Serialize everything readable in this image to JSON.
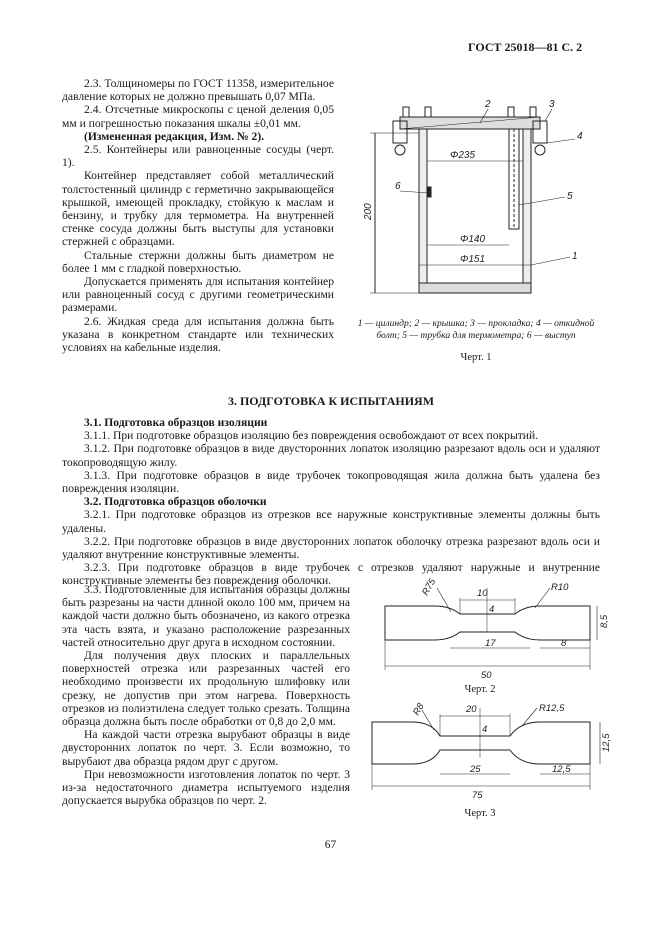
{
  "header": {
    "title": "ГОСТ 25018—81 С. 2"
  },
  "left_col": {
    "p1": "2.3. Толщиномеры по ГОСТ 11358, измерительное давление которых не должно превышать 0,07 МПа.",
    "p2": "2.4. Отсчетные микроскопы с ценой деления 0,05 мм и погрешностью показания шкалы ±0,01 мм.",
    "p3": "(Измененная редакция, Изм. № 2).",
    "p4": "2.5. Контейнеры или равноценные сосуды (черт. 1).",
    "p5": "Контейнер представляет собой металлический толстостенный цилиндр с герметично закрывающейся крышкой, имеющей прокладку, стойкую к маслам и бензину, и трубку для термометра. На внутренней стенке сосуда должны быть выступы для установки стержней с образцами.",
    "p6": "Стальные стержни должны быть диаметром не более 1 мм с гладкой поверхностью.",
    "p7": "Допускается применять для испытания контейнер или равноценный сосуд с другими геометрическими размерами.",
    "p8": "2.6. Жидкая среда для испытания должна быть указана в конкретном стандарте или технических условиях на кабельные изделия."
  },
  "fig1": {
    "labels": {
      "n1": "1",
      "n2": "2",
      "n3": "3",
      "n4": "4",
      "n5": "5",
      "n6": "6"
    },
    "dims": {
      "d235": "Φ235",
      "d140": "Φ140",
      "d151": "Φ151",
      "h200": "200"
    },
    "legend": "1 — цилиндр; 2 — крышка; 3 — прокладка; 4 — откидной болт; 5 — трубка для термометра; 6 — выступ",
    "caption": "Черт. 1"
  },
  "section": {
    "title": "3. ПОДГОТОВКА К ИСПЫТАНИЯМ",
    "s31_title": "3.1. Подготовка образцов изоляции",
    "s311": "3.1.1. При подготовке образцов изоляцию без повреждения освобождают от всех покрытий.",
    "s312": "3.1.2. При подготовке образцов в виде двусторонних лопаток изоляцию разрезают вдоль оси и удаляют токопроводящую жилу.",
    "s313": "3.1.3. При подготовке образцов в виде трубочек токопроводящая жила должна быть удалена без повреждения изоляции.",
    "s32_title": "3.2. Подготовка образцов оболочки",
    "s321": "3.2.1. При подготовке образцов из отрезков все наружные конструктивные элементы должны быть удалены.",
    "s322": "3.2.2. При подготовке образцов в виде двусторонних лопаток оболочку отрезка разрезают вдоль оси и удаляют внутренние конструктивные элементы.",
    "s323": "3.2.3. При подготовке образцов в виде трубочек с отрезков удаляют наружные и внутренние конструктивные элементы без повреждения оболочки."
  },
  "left_col2": {
    "p33": "3.3. Подготовленные для испытания образцы должны быть разрезаны на части длиной около 100 мм, причем на каждой части должно быть обозначено, из какого отрезка эта часть взята, и указано расположение разрезанных частей относительно друг друга в исходном состоянии.",
    "p34": "Для получения двух плоских и параллельных поверхностей отрезка или разрезанных частей его необходимо произвести их продольную шлифовку или срезку, не допустив при этом нагрева. Поверхность отрезков из полиэтилена следует только срезать. Толщина образца должна быть после обработки от 0,8 до 2,0 мм.",
    "p35": "На каждой части отрезка вырубают образцы в виде двусторонних лопаток по черт. 3. Если возможно, то вырубают два образца рядом друг с другом.",
    "p36": "При невозможности изготовления лопаток по черт. 3 из-за недостаточного диаметра испытуемого изделия допускается вырубка образцов по черт. 2."
  },
  "fig2": {
    "r1": "R75",
    "r2": "R10",
    "w": "4",
    "top": "10",
    "h": "8,5",
    "mid": "17",
    "end": "8",
    "total": "50",
    "caption": "Черт. 2"
  },
  "fig3": {
    "r1": "R8",
    "r2": "R12,5",
    "w": "4",
    "top": "20",
    "h": "12,5",
    "mid": "25",
    "end": "12,5",
    "total": "75",
    "caption": "Черт. 3"
  },
  "footer": {
    "page": "67"
  }
}
